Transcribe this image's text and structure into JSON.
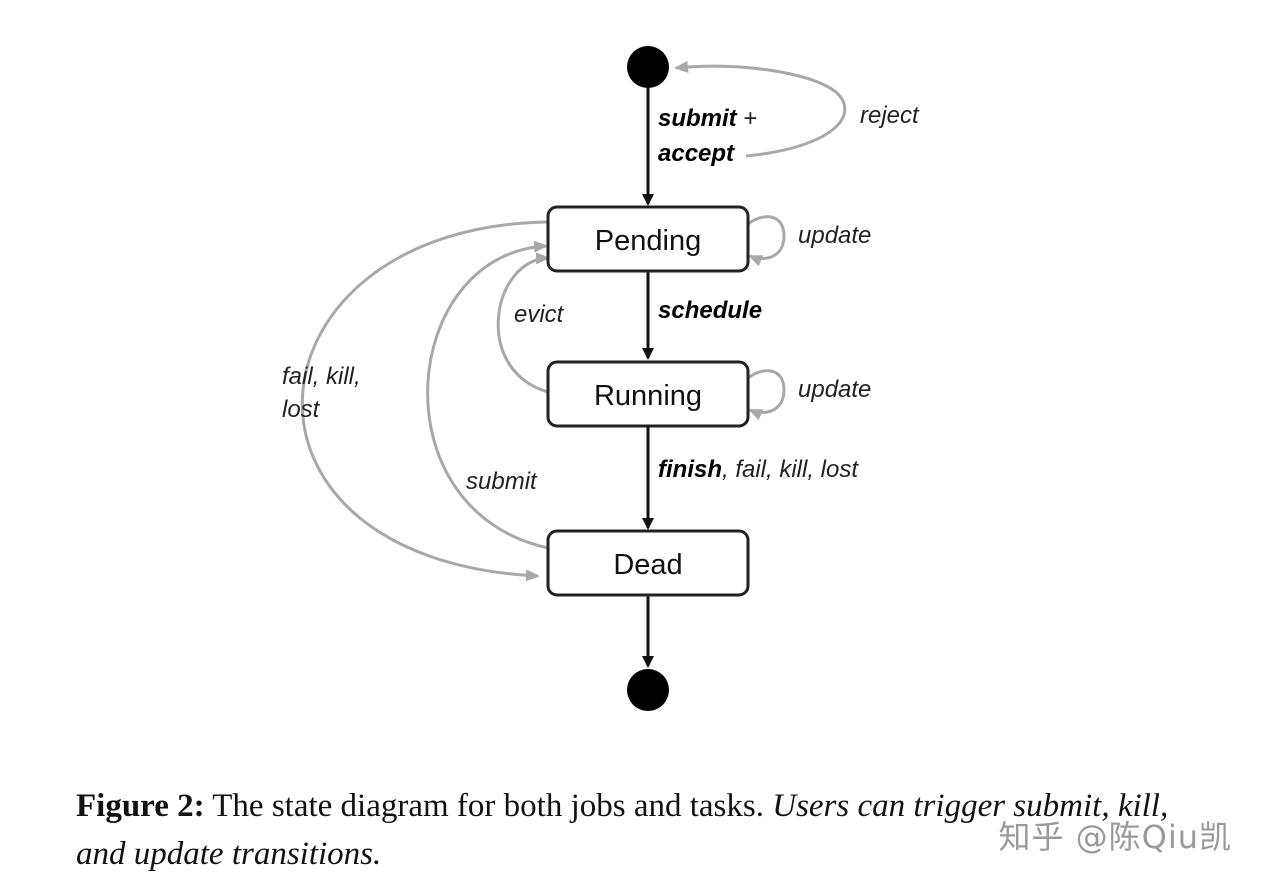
{
  "diagram": {
    "states": {
      "pending": "Pending",
      "running": "Running",
      "dead": "Dead"
    },
    "transitions": {
      "submit_accept": {
        "line1": "submit",
        "plus": " +",
        "line2": "accept"
      },
      "reject": "reject",
      "update_pending": "update",
      "schedule": "schedule",
      "evict": "evict",
      "update_running": "update",
      "fail_kill_lost": {
        "line1": "fail, kill,",
        "line2": "lost"
      },
      "submit_dead": "submit",
      "finish": {
        "bold": "finish",
        "rest": ", fail, kill, lost"
      }
    },
    "colors": {
      "primary_edge": "#111111",
      "secondary_edge": "#a8a8a8",
      "node_border": "#222222"
    }
  },
  "caption": {
    "figure_number": "Figure 2:",
    "text": " The state diagram for both jobs and tasks. ",
    "italic_text": "Users can trigger submit, kill, and update transitions."
  },
  "watermark": "知乎 @陈Qiu凯"
}
